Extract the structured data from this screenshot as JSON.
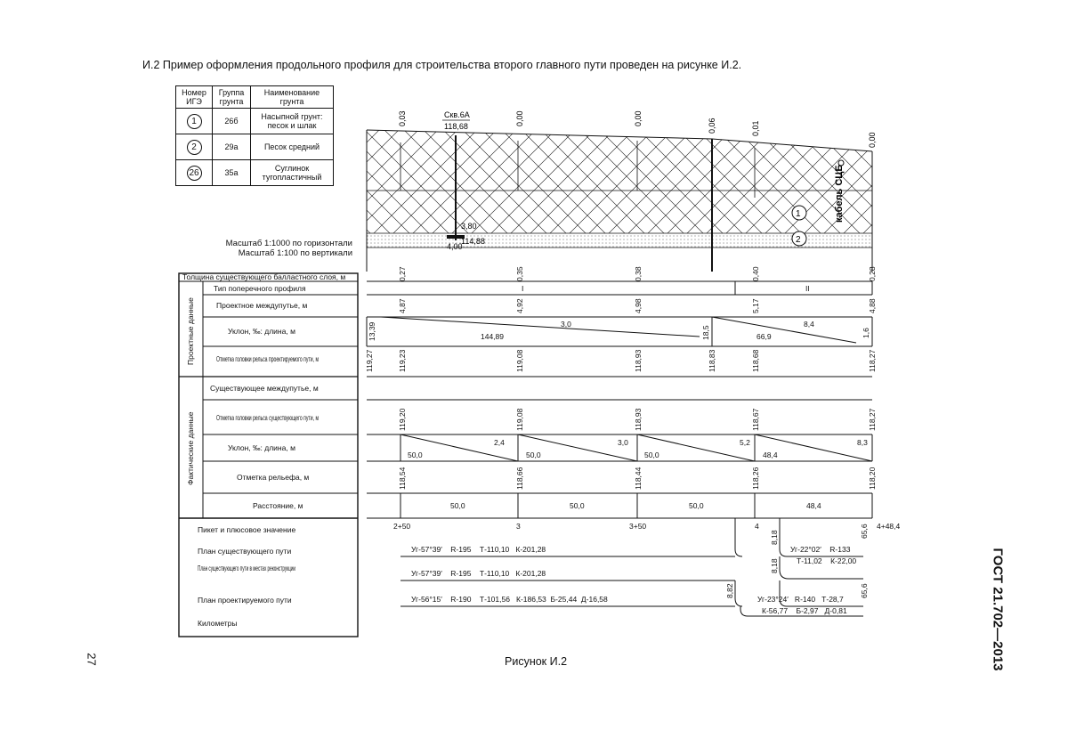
{
  "header": {
    "intro": "И.2  Пример оформления продольного профиля для строительства второго главного пути проведен на рисунке И.2."
  },
  "legend": {
    "headers": [
      "Номер ИГЭ",
      "Группа грунта",
      "Наименование грунта"
    ],
    "rows": [
      {
        "num": "1",
        "group": "26б",
        "name": "Насыпной грунт: песок и шлак"
      },
      {
        "num": "2",
        "group": "29а",
        "name": "Песок средний"
      },
      {
        "num": "26",
        "group": "35а",
        "name": "Суглинок тугопластичный"
      }
    ]
  },
  "scale": {
    "horizontal": "Масштаб 1:1000 по горизонтали",
    "vertical": "Масштаб 1:100 по вертикали"
  },
  "profile": {
    "top_marks": [
      "0,03",
      "0,00",
      "0,00",
      "0,06",
      "0,01",
      "0,00"
    ],
    "borehole": {
      "name": "Скв.6А",
      "elev": "118,68",
      "depth1": "3,80",
      "bottom": "114,88",
      "depth2": "4,00"
    },
    "cable": "кабель СЦБ",
    "layer_labels": [
      "1",
      "2"
    ]
  },
  "rows": {
    "ballast": "Толщина существующего балластного слоя, м",
    "group_project": "Проектные данные",
    "group_fact": "Фактические данные",
    "cross": "Тип поперечного профиля",
    "proj_spacing": "Проектное междупутье, м",
    "proj_slope": "Уклон, ‰: длина, м",
    "proj_rail": "Отметка головки рельса проектируемого пути, м",
    "exist_spacing": "Существующее междупутье, м",
    "exist_rail": "Отметка головки рельса существующего пути, м",
    "fact_slope": "Уклон, ‰: длина, м",
    "ground": "Отметка рельефа, м",
    "distance": "Расстояние, м",
    "picket": "Пикет и плюсовое значение",
    "plan_exist": "План существующего пути",
    "plan_recon": "План существующего пути в местах реконструкции",
    "plan_proj": "План проектируемого пути",
    "km": "Километры"
  },
  "values": {
    "ballast": [
      "0,27",
      "0,35",
      "0,38",
      "0,40",
      "0,28"
    ],
    "cross": [
      "I",
      "II"
    ],
    "proj_spacing": [
      "4,87",
      "4,92",
      "4,98",
      "5,17",
      "4,88"
    ],
    "proj_slope": {
      "left_label": "13,39",
      "s1": "3,0",
      "l1": "144,89",
      "mid": "18,5",
      "s2": "8,4",
      "l2": "66,9",
      "right": "1,6"
    },
    "proj_rail": [
      "119,27",
      "119,23",
      "119,08",
      "118,93",
      "118,83",
      "118,68",
      "118,27"
    ],
    "exist_rail": [
      "119,20",
      "119,08",
      "118,93",
      "118,67",
      "118,27"
    ],
    "fact_slope": {
      "slopes": [
        "2,4",
        "3,0",
        "5,2",
        "8,3"
      ],
      "lengths": [
        "50,0",
        "50,0",
        "50,0",
        "48,4"
      ]
    },
    "ground": [
      "118,54",
      "118,66",
      "118,44",
      "118,26",
      "118,20"
    ],
    "distance": [
      "50,0",
      "50,0",
      "50,0",
      "48,4"
    ],
    "picket": [
      "2+50",
      "3",
      "3+50",
      "4",
      "4+48,4"
    ],
    "picket_extra": [
      "8,18",
      "65,6"
    ],
    "plan_exist": "Уг-57°39′    R-195    Т-110,10   К-201,28",
    "plan_exist_r": "Уг-22°02′    R-133",
    "plan_exist_r2": "Т-11,02    К-22,00",
    "plan_recon": "Уг-57°39′    R-195    Т-110,10   К-201,28",
    "recon_extra": "8,18",
    "plan_proj": "Уг-56°15′    R-190    Т-101,56   К-186,53  Б-25,44  Д-16,58",
    "plan_proj_r": "Уг-23°24′   R-140   Т-28,7",
    "plan_proj_r2": "К-56,77    Б-2,97   Д-0,81",
    "proj_extra": [
      "8,82",
      "65,6"
    ]
  },
  "caption": "Рисунок И.2",
  "page_number": "27",
  "standard": "ГОСТ 21.702—2013"
}
